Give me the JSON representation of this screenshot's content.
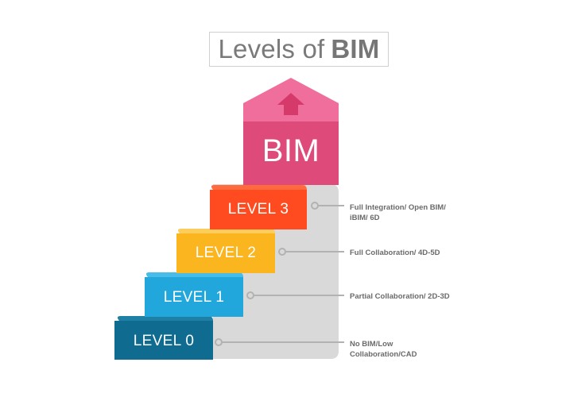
{
  "title": {
    "normal": "Levels of",
    "bold": "BIM"
  },
  "top": {
    "label": "BIM",
    "colors": {
      "roof": "#f06e9c",
      "body": "#de4a79",
      "arrow": "#d63a6b"
    }
  },
  "levels": [
    {
      "label": "LEVEL 0",
      "description": [
        "No BIM/Low",
        "Collaboration/CAD"
      ],
      "color": "#0f6b8f",
      "top_color": "#1f7fa5"
    },
    {
      "label": "LEVEL 1",
      "description": [
        "Partial Collaboration/ 2D-3D"
      ],
      "color": "#22a7dd",
      "top_color": "#47bce8"
    },
    {
      "label": "LEVEL 2",
      "description": [
        "Full Collaboration/ 4D-5D"
      ],
      "color": "#fbb51f",
      "top_color": "#fdcd5b"
    },
    {
      "label": "LEVEL 3",
      "description": [
        "Full Integration/ Open BIM/",
        "iBIM/ 6D"
      ],
      "color": "#ff4b1f",
      "top_color": "#ff6a3f"
    }
  ],
  "colors": {
    "background_panel": "#d9d9d9",
    "connector": "#b2b2b2"
  }
}
